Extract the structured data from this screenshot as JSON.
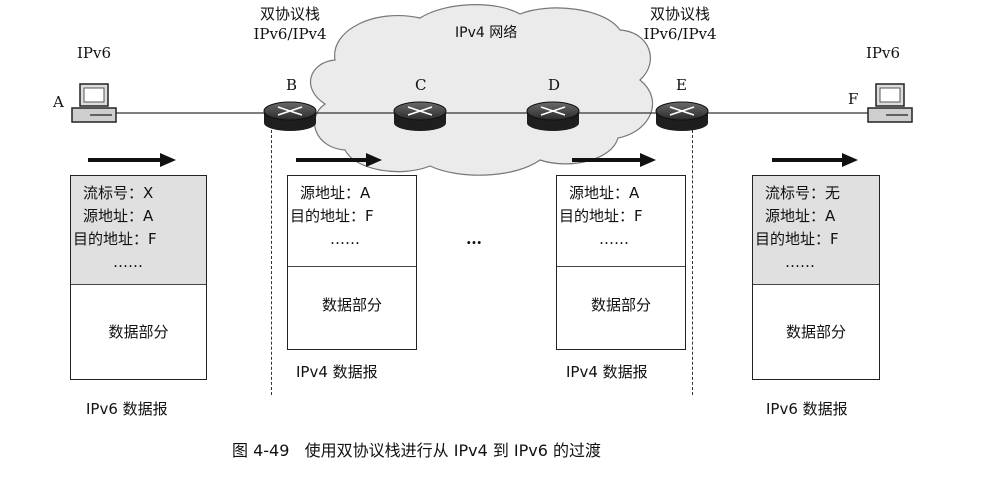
{
  "nodes": {
    "A": {
      "letter": "A",
      "label": "IPv6"
    },
    "B": {
      "letter": "B",
      "label_line1": "双协议栈",
      "label_line2": "IPv6/IPv4"
    },
    "C": {
      "letter": "C"
    },
    "D": {
      "letter": "D"
    },
    "E": {
      "letter": "E",
      "label_line1": "双协议栈",
      "label_line2": "IPv6/IPv4"
    },
    "F": {
      "letter": "F",
      "label": "IPv6"
    }
  },
  "cloud_label": "IPv4 网络",
  "packets": {
    "left": {
      "lines": [
        "流标号：X",
        "源地址：A",
        "目的地址：F",
        "……"
      ],
      "data": "数据部分",
      "caption": "IPv6 数据报"
    },
    "mid1": {
      "lines": [
        "源地址：A",
        "目的地址：F",
        "……"
      ],
      "data": "数据部分",
      "caption": "IPv4 数据报"
    },
    "ellipsis": "…",
    "mid2": {
      "lines": [
        "源地址：A",
        "目的地址：F",
        "……"
      ],
      "data": "数据部分",
      "caption": "IPv4 数据报"
    },
    "right": {
      "lines": [
        "流标号：无",
        "源地址：A",
        "目的地址：F",
        "……"
      ],
      "data": "数据部分",
      "caption": "IPv6 数据报"
    }
  },
  "figure_caption": "图 4-49   使用双协议栈进行从 IPv4 到 IPv6 的过渡"
}
